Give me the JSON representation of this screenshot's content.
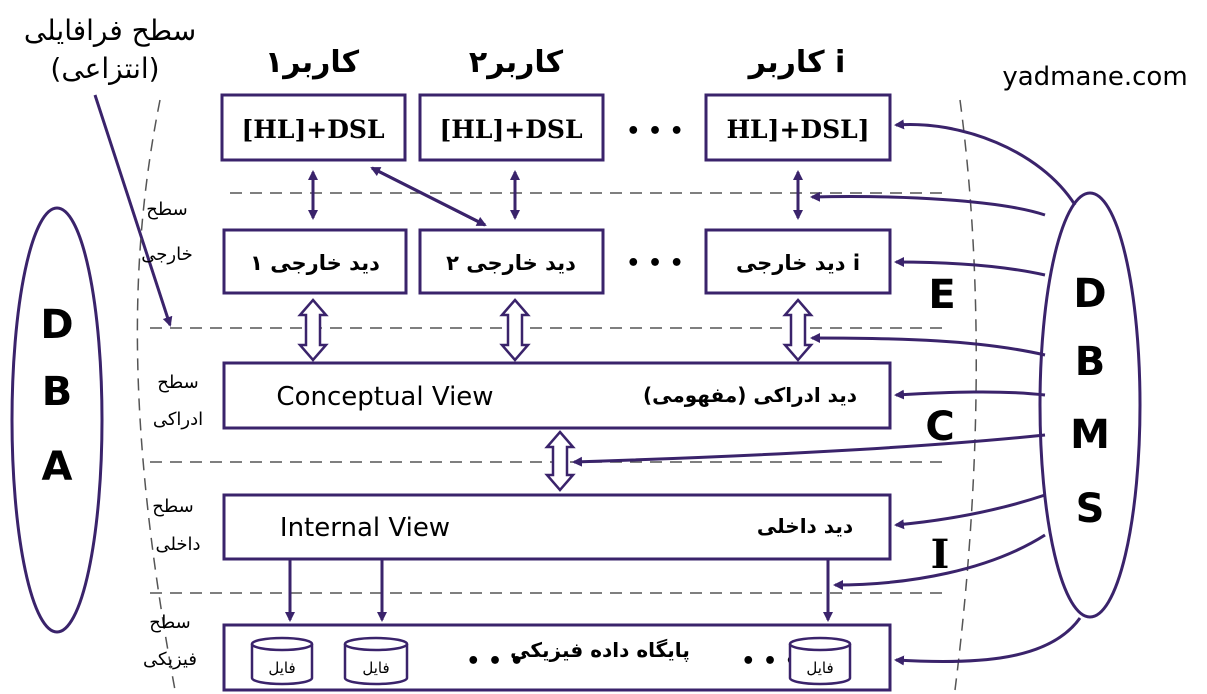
{
  "watermark": "yadmane.com",
  "meta_level": {
    "line1": "سطح فرافایلی",
    "line2": "(انتزاعی)"
  },
  "users": {
    "user1": "کاربر۱",
    "user2": "کاربر۲",
    "useri": "کاربر i"
  },
  "user_boxes": {
    "box1": "[HL]+DSL",
    "box2": "[HL]+DSL",
    "boxi": "HL]+DSL]"
  },
  "ellipsis": "• • •",
  "levels": {
    "external": {
      "line1": "سطح",
      "line2": "خارجی"
    },
    "conceptual": {
      "line1": "سطح",
      "line2": "ادراکی"
    },
    "internal": {
      "line1": "سطح",
      "line2": "داخلی"
    },
    "physical": {
      "line1": "سطح",
      "line2": "فیزیکی"
    }
  },
  "external_views": {
    "view1": "دید خارجی ۱",
    "view2": "دید خارجی ۲",
    "viewi": "دید خارجی i"
  },
  "conceptual_box": {
    "english": "Conceptual View",
    "persian": "دید ادراکی (مفهومی)"
  },
  "internal_box": {
    "english": "Internal View",
    "persian": "دید داخلی"
  },
  "physical_box": {
    "label": "پایگاه داده فیزیکی",
    "file": "فایل"
  },
  "mapping_letters": {
    "e": "E",
    "c": "C",
    "i": "I"
  },
  "dba_letters": [
    "D",
    "B",
    "A"
  ],
  "dbms_letters": [
    "D",
    "B",
    "M",
    "S"
  ]
}
